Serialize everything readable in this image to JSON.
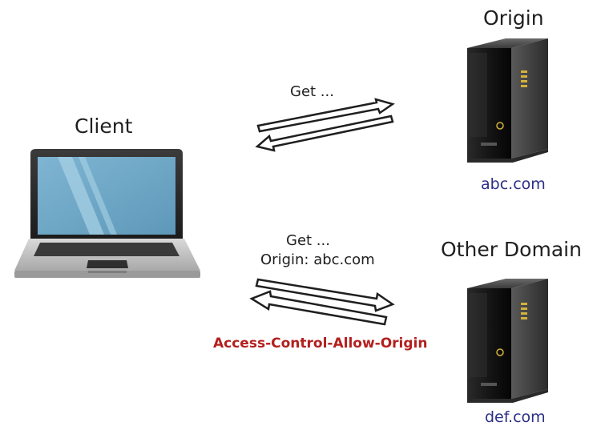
{
  "client": {
    "label": "Client"
  },
  "origin": {
    "label": "Origin",
    "host": "abc.com"
  },
  "other_domain": {
    "label": "Other Domain",
    "host": "def.com"
  },
  "request1": {
    "line1": "Get ..."
  },
  "request2": {
    "line1": "Get ...",
    "line2": "Origin: abc.com"
  },
  "response2": {
    "header": "Access-Control-Allow-Origin"
  },
  "colors": {
    "host_text": "#2b2f86",
    "header_text": "#b3201e",
    "screen": "#6aa4c4"
  },
  "icons": [
    "laptop-icon",
    "server-icon"
  ]
}
